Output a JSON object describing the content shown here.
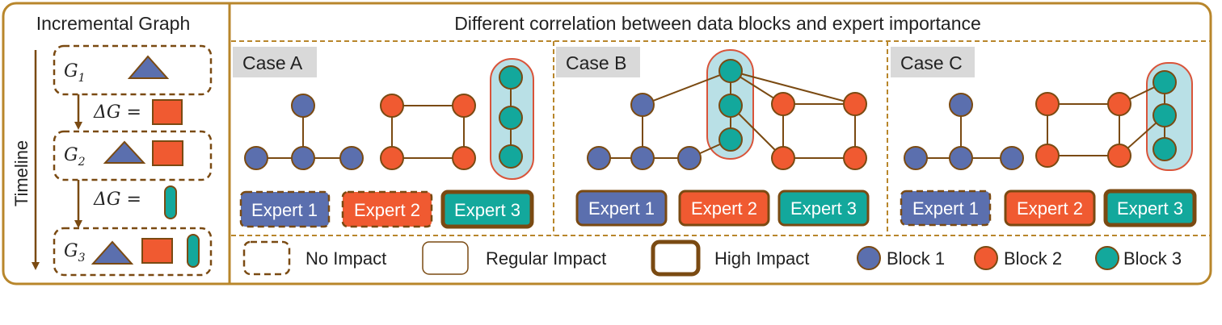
{
  "colors": {
    "frame": "#b8862b",
    "edge": "#7a4a12",
    "block1": "#5b6fae",
    "block2": "#f05a31",
    "block3": "#13a89c",
    "highlight_fill": "#b9e0e6",
    "highlight_stroke": "#d9543a",
    "case_tag_bg": "#d9d9d9"
  },
  "left_panel": {
    "title": "Incremental Graph",
    "timeline_label": "Timeline",
    "graphs": [
      {
        "label": "G",
        "sub": "1",
        "shapes": [
          "triangle"
        ]
      },
      {
        "label": "G",
        "sub": "2",
        "shapes": [
          "triangle",
          "rectangle"
        ]
      },
      {
        "label": "G",
        "sub": "3",
        "shapes": [
          "triangle",
          "rectangle",
          "capsule"
        ]
      }
    ],
    "deltas": [
      {
        "text": "ΔG =",
        "shape": "rectangle"
      },
      {
        "text": "ΔG =",
        "shape": "capsule"
      }
    ]
  },
  "right_panel": {
    "title": "Different  correlation between data blocks and expert importance",
    "cases": [
      {
        "label": "Case A",
        "experts": [
          {
            "label": "Expert 1",
            "impact": "none",
            "color": "#5b6fae"
          },
          {
            "label": "Expert 2",
            "impact": "none",
            "color": "#f05a31"
          },
          {
            "label": "Expert 3",
            "impact": "high",
            "color": "#13a89c"
          }
        ]
      },
      {
        "label": "Case B",
        "experts": [
          {
            "label": "Expert 1",
            "impact": "regular",
            "color": "#5b6fae"
          },
          {
            "label": "Expert 2",
            "impact": "regular",
            "color": "#f05a31"
          },
          {
            "label": "Expert 3",
            "impact": "regular",
            "color": "#13a89c"
          }
        ]
      },
      {
        "label": "Case C",
        "experts": [
          {
            "label": "Expert 1",
            "impact": "none",
            "color": "#5b6fae"
          },
          {
            "label": "Expert 2",
            "impact": "regular",
            "color": "#f05a31"
          },
          {
            "label": "Expert 3",
            "impact": "high",
            "color": "#13a89c"
          }
        ]
      }
    ]
  },
  "legend": {
    "no_impact": "No Impact",
    "regular_impact": "Regular Impact",
    "high_impact": "High Impact",
    "block1": "Block 1",
    "block2": "Block 2",
    "block3": "Block 3"
  }
}
